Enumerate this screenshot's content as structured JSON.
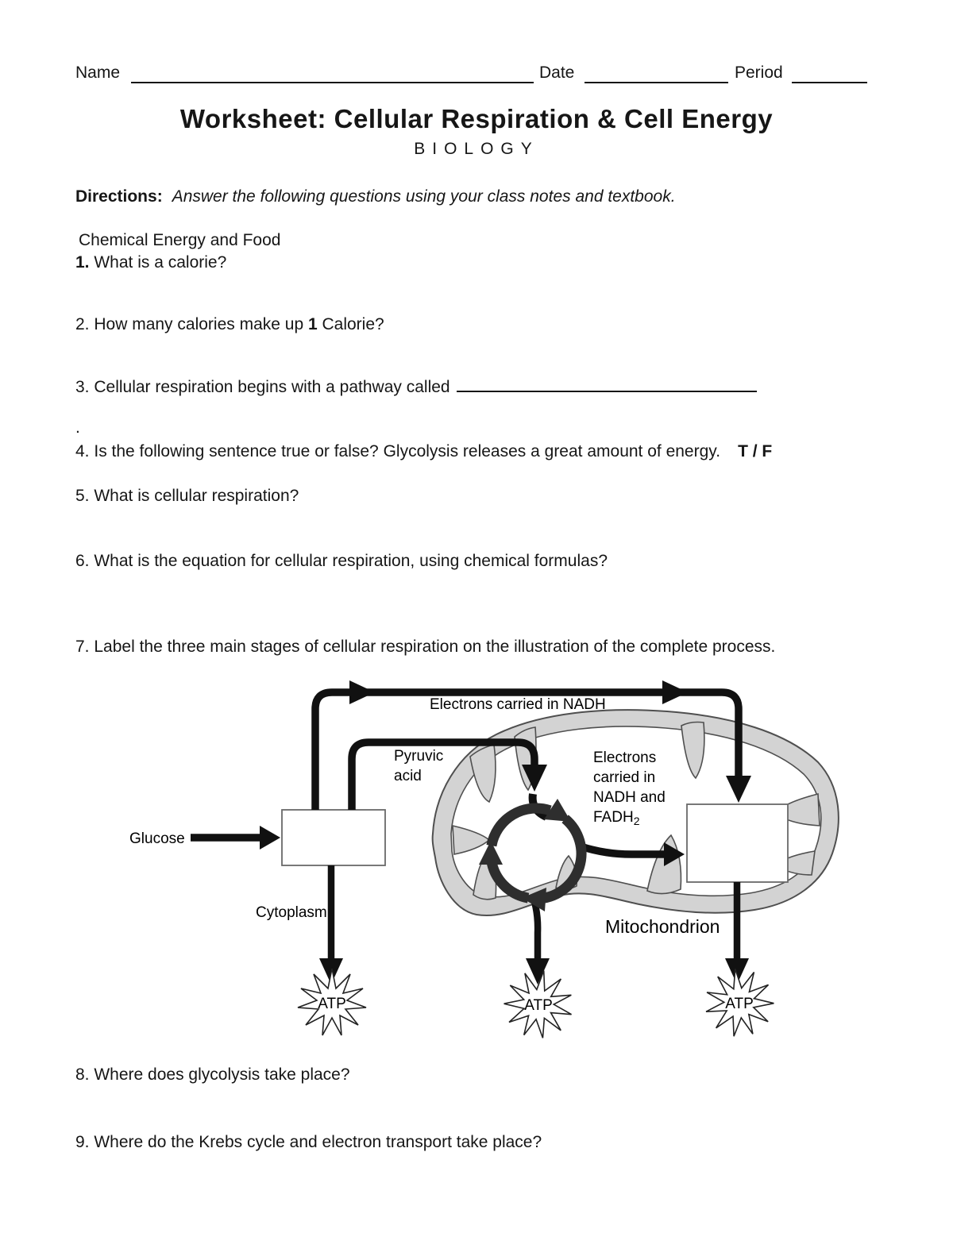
{
  "header": {
    "name_label": "Name",
    "date_label": "Date",
    "period_label": "Period"
  },
  "title": "Worksheet: Cellular Respiration & Cell Energy",
  "subtitle": "BIOLOGY",
  "directions": {
    "label": "Directions:",
    "text": "Answer the following questions using your class notes and textbook."
  },
  "section_heading": "Chemical Energy and Food",
  "questions": {
    "q1": {
      "num": "1.",
      "text": "What is a calorie?"
    },
    "q2": {
      "num": "2.",
      "pre": "How many calories make up ",
      "bold": "1",
      "post": " Calorie?"
    },
    "q3": {
      "num": "3.",
      "text": "Cellular respiration begins with a pathway called"
    },
    "stray_period": ".",
    "q4": {
      "num": "4.",
      "text": "Is the following sentence true or false? Glycolysis releases a great amount of energy.",
      "tf": "T / F"
    },
    "q5": {
      "num": "5.",
      "text": "What is cellular respiration?"
    },
    "q6": {
      "num": "6.",
      "text": "What is the equation for cellular respiration, using chemical formulas?"
    },
    "q7": {
      "num": "7.",
      "text": "Label the three main stages of cellular respiration on the illustration of the complete process."
    },
    "q8": {
      "num": "8.",
      "text": "Where does glycolysis take place?"
    },
    "q9": {
      "num": "9.",
      "text": "Where do the Krebs cycle and electron transport take place?"
    }
  },
  "diagram": {
    "labels": {
      "electrons_nadh": "Electrons carried in NADH",
      "pyruvic_line1": "Pyruvic",
      "pyruvic_line2": "acid",
      "electrons_block_line1": "Electrons",
      "electrons_block_line2": "carried in",
      "electrons_block_line3": "NADH and",
      "fadh_base": "FADH",
      "fadh_sub": "2",
      "glucose": "Glucose",
      "cytoplasm": "Cytoplasm",
      "mitochondrion": "Mitochondrion",
      "atp": "ATP"
    },
    "colors": {
      "membrane_fill": "#d3d3d3",
      "membrane_outline": "#4f4f4f",
      "flow_line": "#111111",
      "krebs_ring": "#2e2e2e",
      "box_border": "#6a6a6a"
    }
  }
}
